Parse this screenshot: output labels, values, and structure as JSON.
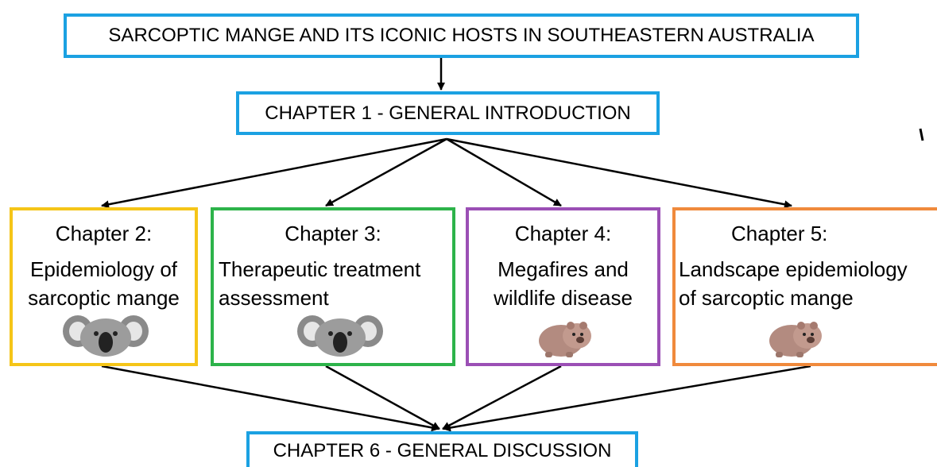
{
  "title": "SARCOPTIC MANGE AND ITS ICONIC HOSTS IN SOUTHEASTERN AUSTRALIA",
  "intro": "CHAPTER 1 - GENERAL INTRODUCTION",
  "discussion": "CHAPTER 6 - GENERAL DISCUSSION",
  "chapters": [
    {
      "heading": "Chapter 2:",
      "line1": "Epidemiology of",
      "line2": "sarcoptic mange",
      "icon": "koala-icon",
      "color": "#f5c518"
    },
    {
      "heading": "Chapter 3:",
      "line1": "Therapeutic treatment",
      "line2": "assessment",
      "icon": "koala-icon",
      "color": "#2db34a"
    },
    {
      "heading": "Chapter 4:",
      "line1": "Megafires and",
      "line2": "wildlife disease",
      "icon": "wombat-icon",
      "color": "#9b4fb5"
    },
    {
      "heading": "Chapter 5:",
      "line1": "Landscape epidemiology",
      "line2": "of sarcoptic mange",
      "icon": "wombat-icon",
      "color": "#f08a3c"
    }
  ],
  "frame_color": "#1ba1e2"
}
